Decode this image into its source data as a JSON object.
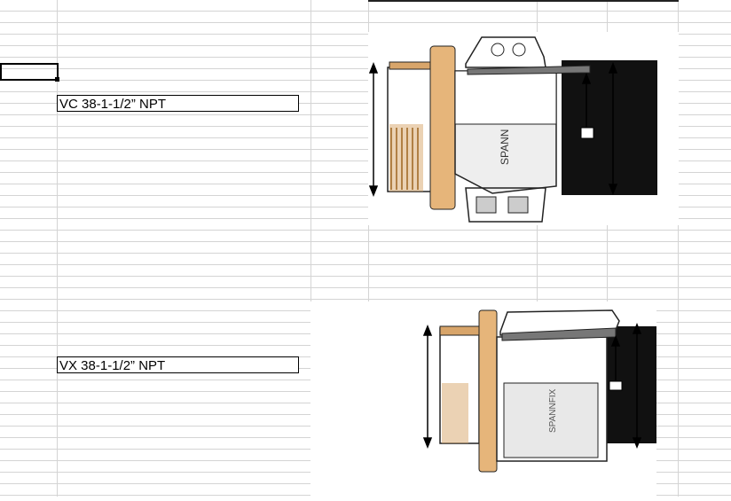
{
  "sheet": {
    "rows": [
      {
        "label": "VC 38-1-1/2” NPT"
      },
      {
        "label": "VX 38-1-1/2” NPT"
      }
    ]
  },
  "images": {
    "top": {
      "brand_text": "SPANN"
    },
    "bottom": {
      "brand_text": "SPANNFIX"
    }
  }
}
